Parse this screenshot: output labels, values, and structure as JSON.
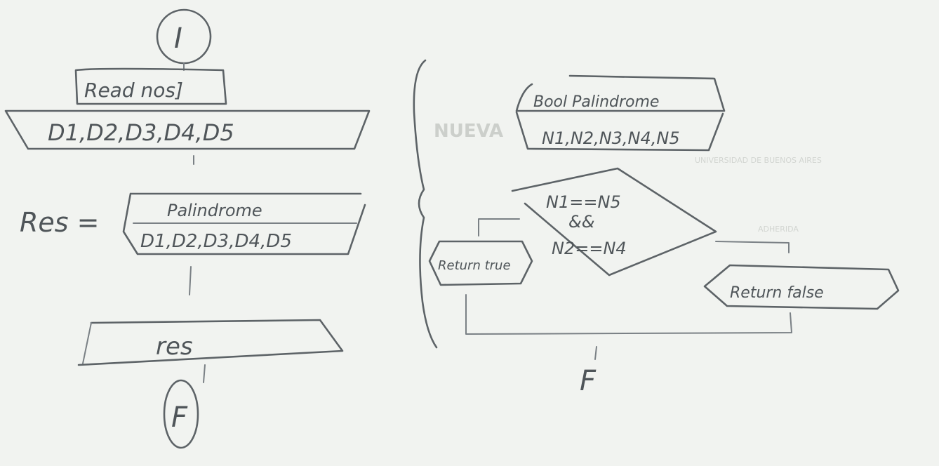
{
  "left_flowchart": {
    "start_terminal": "I",
    "read_block": "Read nos]",
    "read_inputs": "D1,D2,D3,D4,D5",
    "assignment_lhs": "Res =",
    "subroutine_call_name": "Palindrome",
    "subroutine_call_args": "D1,D2,D3,D4,D5",
    "output_block": "res",
    "end_terminal": "F"
  },
  "right_flowchart": {
    "function_header": "Bool Palindrome",
    "function_params": "N1,N2,N3,N4,N5",
    "decision_line1": "N1==N5",
    "decision_line2": "&&",
    "decision_line3": "N2==N4",
    "true_return": "Return true",
    "false_return": "Return false",
    "end_terminal": "F"
  },
  "background_bleed": {
    "line1": "NUEVA",
    "line2": "UNIVERSIDAD DE BUENOS AIRES",
    "line3": "ADHERIDA"
  }
}
